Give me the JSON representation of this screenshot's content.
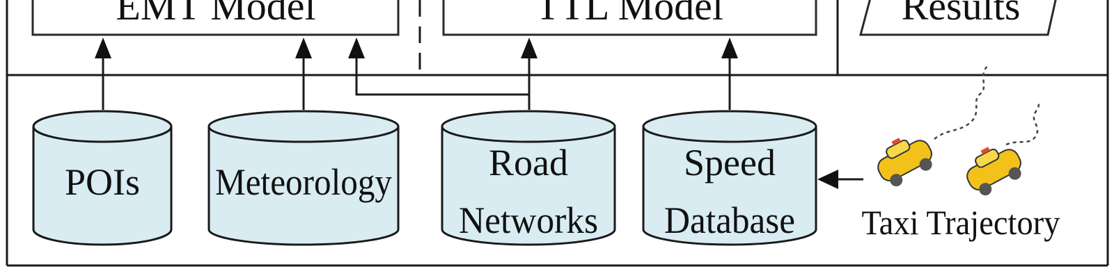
{
  "top_boxes": {
    "emt_model": "EMT Model",
    "ttl_model": "TTL Model",
    "results": "Results"
  },
  "databases": {
    "pois": [
      "POIs"
    ],
    "meteorology": [
      "Meteorology"
    ],
    "road_networks": [
      "Road",
      "Networks"
    ],
    "speed_database": [
      "Speed",
      "Database"
    ]
  },
  "source": {
    "label": "Taxi Trajectory",
    "icon": "taxi-icon"
  },
  "colors": {
    "cylinder_fill": "#d8ecf2",
    "taxi_body": "#f2c21b",
    "line": "#1a1a1a"
  }
}
